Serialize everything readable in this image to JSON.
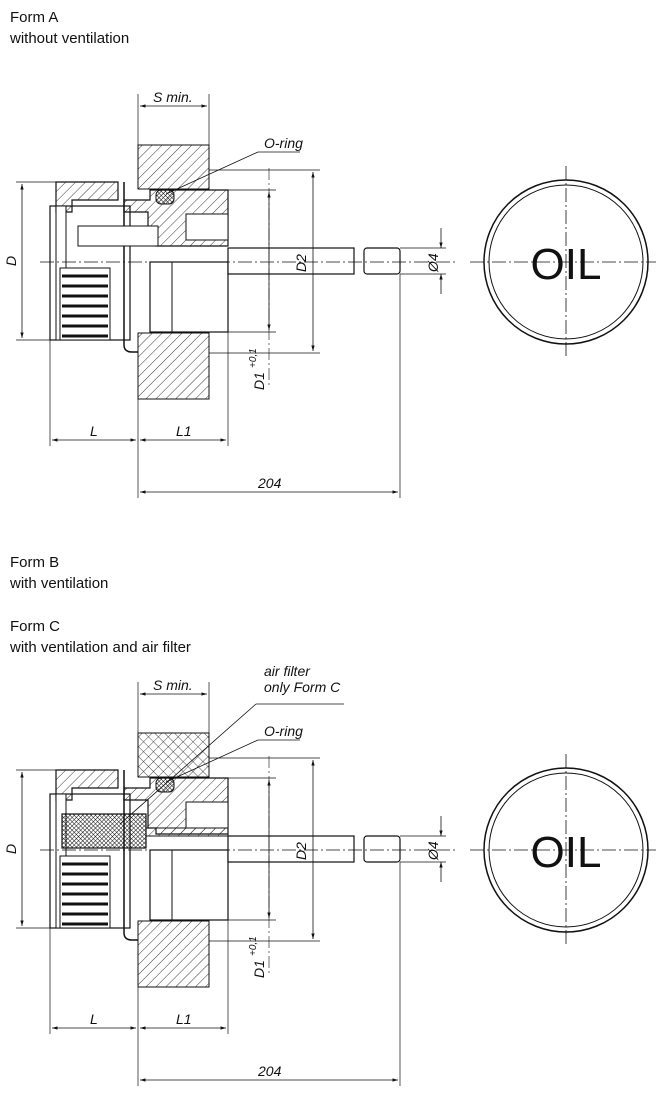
{
  "form_a": {
    "title": "Form A",
    "subtitle": "without ventilation",
    "labels": {
      "s_min": "S min.",
      "o_ring": "O-ring",
      "D": "D",
      "D1": "D1",
      "D1_tol": "+0,1",
      "D2": "D2",
      "d4": "Ø4",
      "L": "L",
      "L1": "L1",
      "len": "204"
    },
    "cap_text": "OIL"
  },
  "form_b": {
    "title": "Form B",
    "subtitle": "with ventilation"
  },
  "form_c": {
    "title": "Form C",
    "subtitle": "with ventilation and air filter"
  },
  "form_bc": {
    "labels": {
      "air_filter_1": "air filter",
      "air_filter_2": "only Form C",
      "s_min": "S min.",
      "o_ring": "O-ring",
      "D": "D",
      "D1": "D1",
      "D1_tol": "+0,1",
      "D2": "D2",
      "d4": "Ø4",
      "L": "L",
      "L1": "L1",
      "len": "204"
    },
    "cap_text": "OIL"
  }
}
